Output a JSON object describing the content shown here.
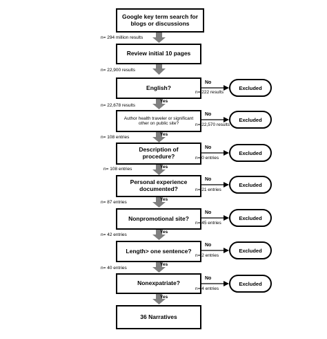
{
  "steps": [
    {
      "text": "Google key term search for blogs or discussions"
    },
    {
      "text": "Review initial 10 pages"
    },
    {
      "text": "English?"
    },
    {
      "text": "Author health traveler or significant other on public site?"
    },
    {
      "text": "Description of procedure?"
    },
    {
      "text": "Personal experience documented?"
    },
    {
      "text": "Nonpromotional site?"
    },
    {
      "text": "Length> one sentence?"
    },
    {
      "text": "Nonexpatriate?"
    },
    {
      "text": "36 Narratives"
    }
  ],
  "flow_counts": [
    "n= 294 million results",
    "n= 22,900 results",
    "n= 22,678 results",
    "n= 108 entries",
    "n= 108 entries",
    "n= 87 entries",
    "n= 42 entries",
    "n= 40 entries"
  ],
  "yes_label": "Yes",
  "no_label": "No",
  "excluded_label": "Excluded",
  "excluded_counts": [
    "n= 222 results",
    "n= 22,570 results",
    "n= 0 entries",
    "n= 21 entries",
    "n= 45 entries",
    "n= 2 entries",
    "n= 4 entries"
  ]
}
